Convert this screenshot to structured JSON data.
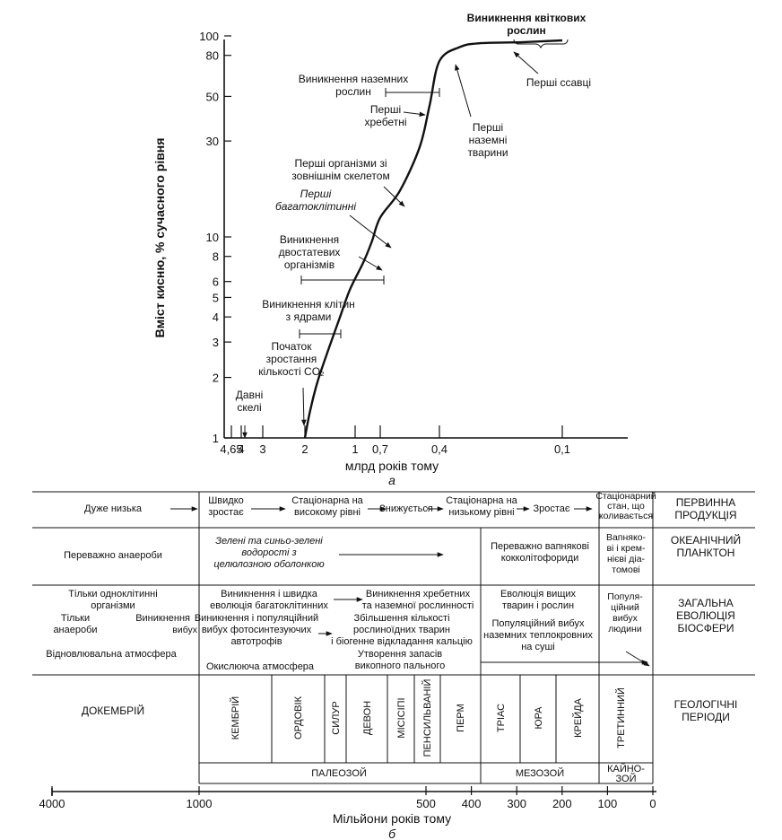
{
  "chart_data": [
    {
      "type": "line",
      "caption": "а",
      "ylabel": "Вміст кисню, % сучасного рівня",
      "xlabel": "млрд років тому",
      "y_scale": "log",
      "ylim": [
        1,
        100
      ],
      "y_ticks": [
        "1",
        "2",
        "3",
        "4",
        "5",
        "6",
        "8",
        "10",
        "30",
        "50",
        "80",
        "100"
      ],
      "x_ticks": [
        "4,65",
        "4",
        "3",
        "2",
        "1",
        "0,7",
        "0,4",
        "0,1"
      ],
      "series": [
        {
          "x": [
            2.0,
            1.9,
            1.75,
            1.5,
            1.3,
            1.1,
            0.9,
            0.8,
            0.7,
            0.6,
            0.5,
            0.45,
            0.4,
            0.35,
            0.3,
            0.2,
            0.1
          ],
          "y": [
            1,
            1.35,
            1.9,
            2.9,
            4.0,
            5.5,
            7.5,
            9.5,
            12.5,
            17,
            28,
            45,
            75,
            88,
            92,
            93,
            95
          ]
        }
      ],
      "annotations": [
        {
          "text": [
            "Виникнення квіткових",
            "рослин"
          ]
        },
        {
          "text": [
            "Перші ссавці"
          ]
        },
        {
          "text": [
            "Виникнення наземних",
            "рослин"
          ]
        },
        {
          "text": [
            "Перші",
            "хребетні"
          ]
        },
        {
          "text": [
            "Перші",
            "наземні",
            "тварини"
          ]
        },
        {
          "text": [
            "Перші організми зі",
            "зовнішнім скелетом"
          ]
        },
        {
          "text": [
            "Перші",
            "багатоклітинні"
          ]
        },
        {
          "text": [
            "Виникнення",
            "двостатевих",
            "організмів"
          ]
        },
        {
          "text": [
            "Виникнення клітин",
            "з ядрами"
          ]
        },
        {
          "text": [
            "Початок",
            "зростання",
            "кількості CO₂"
          ]
        },
        {
          "text": [
            "Давні",
            "скелі"
          ]
        }
      ]
    },
    {
      "type": "table",
      "caption": "б",
      "xlabel": "Мільйони років тому",
      "x_ticks": [
        "4000",
        "1000",
        "500",
        "400",
        "300",
        "200",
        "100",
        "0"
      ],
      "row_labels": [
        "ПЕРВИННА\nПРОДУКЦІЯ",
        "ОКЕАНІЧНИЙ\nПЛАНКТОН",
        "ЗАГАЛЬНА\nЕВОЛЮЦІЯ\nБІОСФЕРИ",
        "ГЕОЛОГІЧНІ\nПЕРІОДИ"
      ],
      "production": [
        "Дуже низька",
        "Швидко\nзростає",
        "Стаціонарна на\nвисокому рівні",
        "Знижується",
        "Стаціонарна на\nнизькому рівні",
        "Зростає",
        "Стаціонарний\nстан, що\nколивається"
      ],
      "plankton": [
        "Переважно анаероби",
        "Зелені та синьо-зелені\nводорості з\nцелюлозною оболонкою",
        "Переважно вапнякові\nкокколітофориди",
        "Вапняко-\nві і крем-\nнієві діа-\nтомові"
      ],
      "biosphere": [
        "Тільки одноклітинні\nорганізми",
        "Тільки\nанаероби",
        "Відновлювальна атмосфера",
        "Виникнення і швидка\nеволюція багатоклітинних",
        "Виникнення",
        "вибух",
        "Виникнення і популяційний\nвибух фотосинтезуючих\nавтотрофів",
        "Окислююча атмосфера",
        "Виникнення хребетних\nта наземної рослинності",
        "Збільшення кількості\nрослиноїдних тварин\nі біогенне відкладання кальцію",
        "Утворення запасів\nвикопного пального",
        "Еволюція вищих\nтварин і рослин",
        "Популяційний вибух\nназемних теплокровних\nна суші",
        "Популя-\nційний\nвибух\nлюдини"
      ],
      "precambrian": "ДОКЕМБРІЙ",
      "periods": [
        "КЕМБРІЙ",
        "ОРДОВІК",
        "СИЛУР",
        "ДЕВОН",
        "МІСІСІПІ",
        "ПЕНСИЛЬВАНІЙ",
        "ПЕРМ",
        "ТРІАС",
        "ЮРА",
        "КРЕЙДА",
        "ТРЕТИННИЙ"
      ],
      "eras": [
        "ПАЛЕОЗОЙ",
        "МЕЗОЗОЙ",
        "КАЙНО-\nЗОЙ"
      ]
    }
  ]
}
